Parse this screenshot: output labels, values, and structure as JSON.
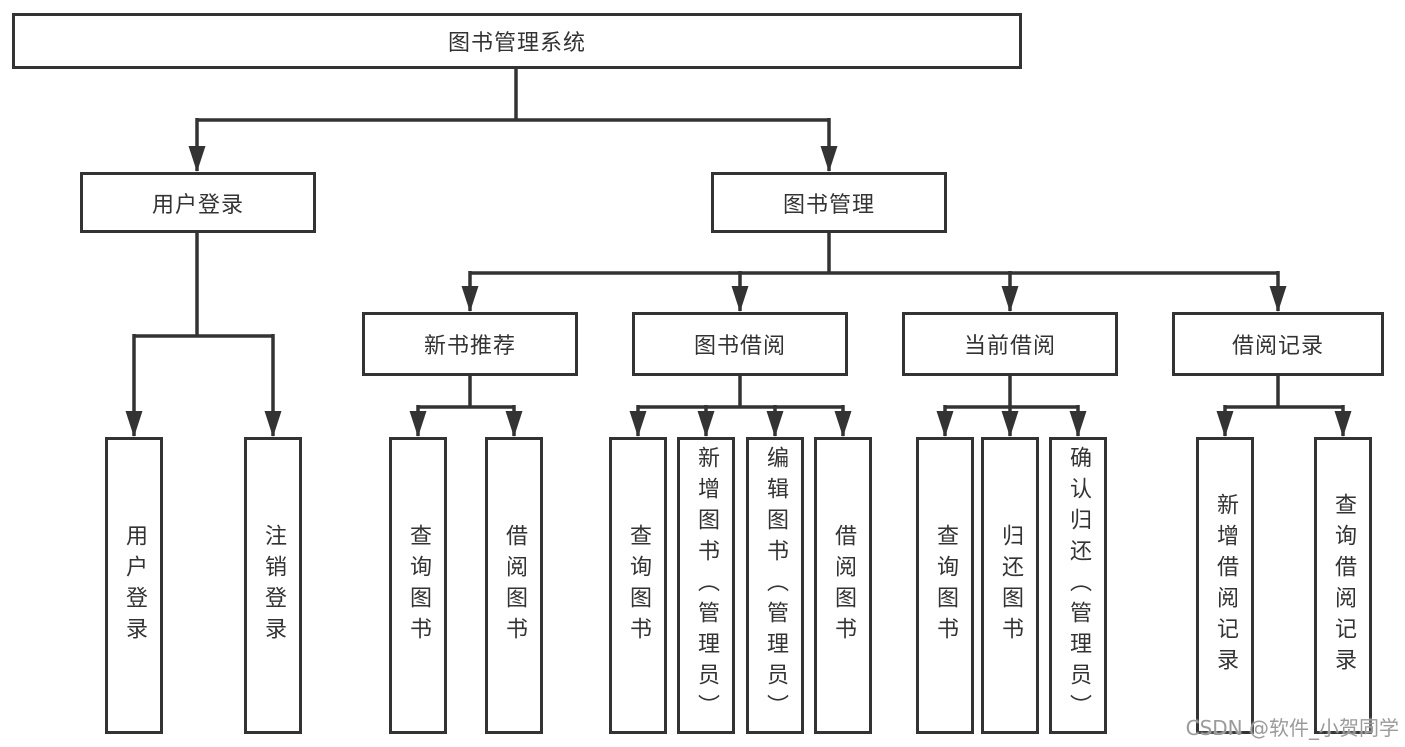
{
  "diagram": {
    "title": "图书管理系统",
    "colors": {
      "line": "#333333",
      "text": "#333333",
      "box_background": "#ffffff",
      "watermark": "#9b9b9b"
    },
    "root": {
      "label": "图书管理系统"
    },
    "level2": [
      {
        "label": "用户登录"
      },
      {
        "label": "图书管理"
      }
    ],
    "level3": [
      {
        "label": "新书推荐",
        "parent": "图书管理"
      },
      {
        "label": "图书借阅",
        "parent": "图书管理"
      },
      {
        "label": "当前借阅",
        "parent": "图书管理"
      },
      {
        "label": "借阅记录",
        "parent": "图书管理"
      }
    ],
    "leaves": [
      {
        "label": "用户登录",
        "parent": "用户登录"
      },
      {
        "label": "注销登录",
        "parent": "用户登录"
      },
      {
        "label": "查询图书",
        "parent": "新书推荐"
      },
      {
        "label": "借阅图书",
        "parent": "新书推荐"
      },
      {
        "label": "查询图书",
        "parent": "图书借阅"
      },
      {
        "label": "新增图书（管理员）",
        "parent": "图书借阅"
      },
      {
        "label": "编辑图书（管理员）",
        "parent": "图书借阅"
      },
      {
        "label": "借阅图书",
        "parent": "图书借阅"
      },
      {
        "label": "查询图书",
        "parent": "当前借阅"
      },
      {
        "label": "归还图书",
        "parent": "当前借阅"
      },
      {
        "label": "确认归还（管理员）",
        "parent": "当前借阅"
      },
      {
        "label": "新增借阅记录",
        "parent": "借阅记录"
      },
      {
        "label": "查询借阅记录",
        "parent": "借阅记录"
      }
    ],
    "watermark": "CSDN @软件_小贺同学"
  }
}
